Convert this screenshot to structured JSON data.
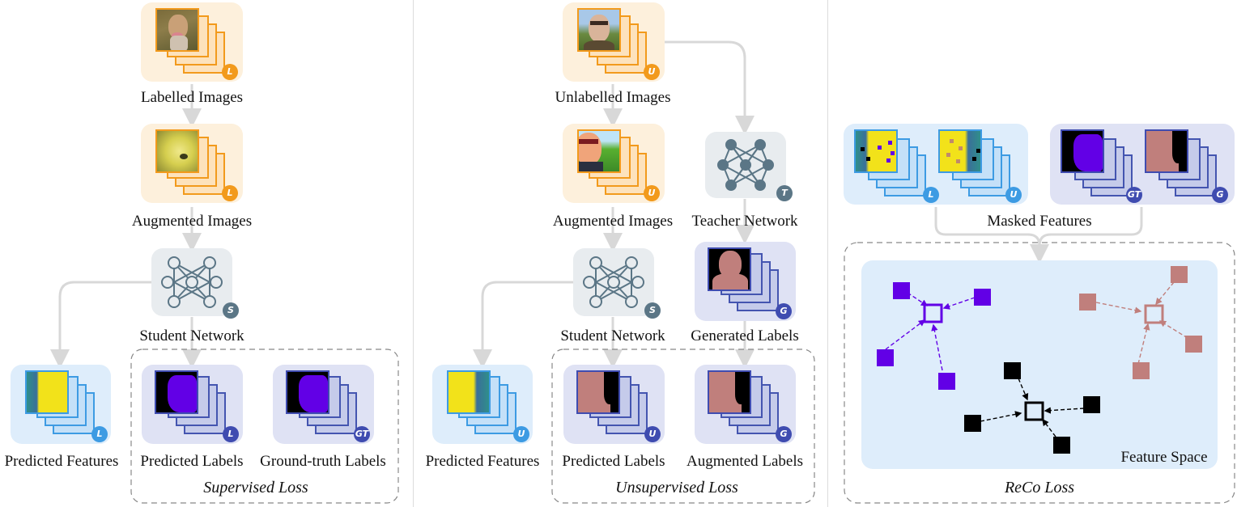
{
  "panels": {
    "supervised": {
      "labelled_images": "Labelled Images",
      "augmented_images": "Augmented Images",
      "student_network": "Student Network",
      "predicted_features": "Predicted Features",
      "predicted_labels": "Predicted Labels",
      "ground_truth_labels": "Ground-truth Labels",
      "loss": "Supervised Loss",
      "badges": {
        "labelled": "L",
        "augmented": "L",
        "student": "S",
        "features": "L",
        "pred": "L",
        "gt": "GT"
      }
    },
    "unsupervised": {
      "unlabelled_images": "Unlabelled Images",
      "augmented_images": "Augmented Images",
      "teacher_network": "Teacher Network",
      "student_network": "Student Network",
      "generated_labels": "Generated Labels",
      "predicted_features": "Predicted Features",
      "predicted_labels": "Predicted Labels",
      "augmented_labels": "Augmented Labels",
      "loss": "Unsupervised Loss",
      "badges": {
        "unlabelled": "U",
        "augmented": "U",
        "teacher": "T",
        "student": "S",
        "generated": "G",
        "features": "U",
        "pred": "U",
        "aug_labels": "G"
      }
    },
    "reco": {
      "masked_features": "Masked Features",
      "feature_space": "Feature Space",
      "loss": "ReCo Loss",
      "badges": {
        "feat_l": "L",
        "feat_u": "U",
        "gt": "GT",
        "gen": "G"
      }
    }
  },
  "colors": {
    "orange": "#f29a1c",
    "blue": "#3d9be3",
    "purple": "#3f4cb0",
    "gray": "#5b7686",
    "class_purple": "#6200e6",
    "class_pink": "#c07f7c",
    "class_black": "#000000",
    "feature_yellow": "#f2e21a"
  }
}
